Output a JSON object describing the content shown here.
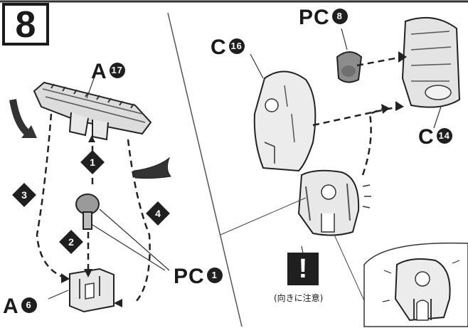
{
  "step": {
    "number": "8"
  },
  "parts": {
    "a17": {
      "letter": "A",
      "num": "17"
    },
    "a6": {
      "letter": "A",
      "num": "6"
    },
    "pc1": {
      "letter": "PC",
      "num": "1"
    },
    "c16": {
      "letter": "C",
      "num": "16"
    },
    "c14": {
      "letter": "C",
      "num": "14"
    },
    "pc8": {
      "letter": "PC",
      "num": "8"
    }
  },
  "sequence": [
    "1",
    "2",
    "3",
    "4"
  ],
  "caution": {
    "symbol": "!",
    "note": "(向きに注意)"
  },
  "colors": {
    "ink": "#1a1a1a",
    "part_fill": "#e4e4e4",
    "dark_part": "#8c8c8c"
  }
}
